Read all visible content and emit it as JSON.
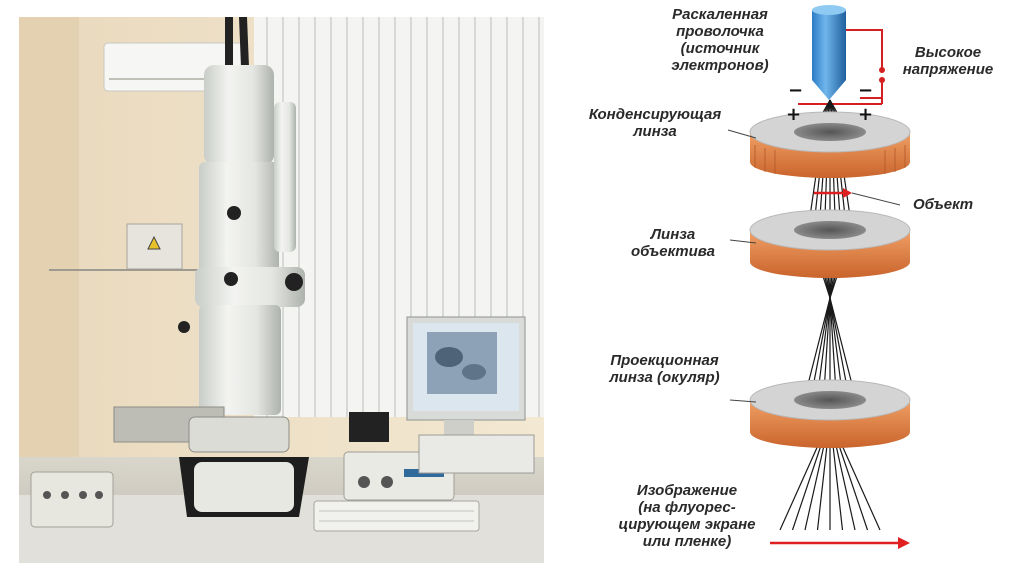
{
  "diagram": {
    "labels": {
      "filament": [
        "Раскаленная",
        "проволочка",
        "(источник",
        "электронов)"
      ],
      "high_voltage": [
        "Высокое",
        "напряжение"
      ],
      "condenser": [
        "Конденсирующая",
        "линза"
      ],
      "object": "Объект",
      "objective": [
        "Линза",
        "объектива"
      ],
      "projection": [
        "Проекционная",
        "линза (окуляр)"
      ],
      "image": [
        "Изображение",
        "(на флуорес-",
        "цирующем экране",
        "или пленке)"
      ]
    },
    "signs": {
      "minus": "−",
      "plus": "+"
    },
    "colors": {
      "filament": "#3d8fd6",
      "wire": "#d42020",
      "lens_top": "#d4d4d4",
      "lens_coil": "#e8884a",
      "arrow": "#e02020",
      "beam": "#1a1a1a"
    }
  },
  "photo": {
    "monitor_screen": "micrograph-image",
    "icons": [
      "air-conditioner-icon",
      "electrical-panel-icon",
      "window-blinds-icon",
      "keyboard-icon",
      "control-panel-icon"
    ]
  }
}
